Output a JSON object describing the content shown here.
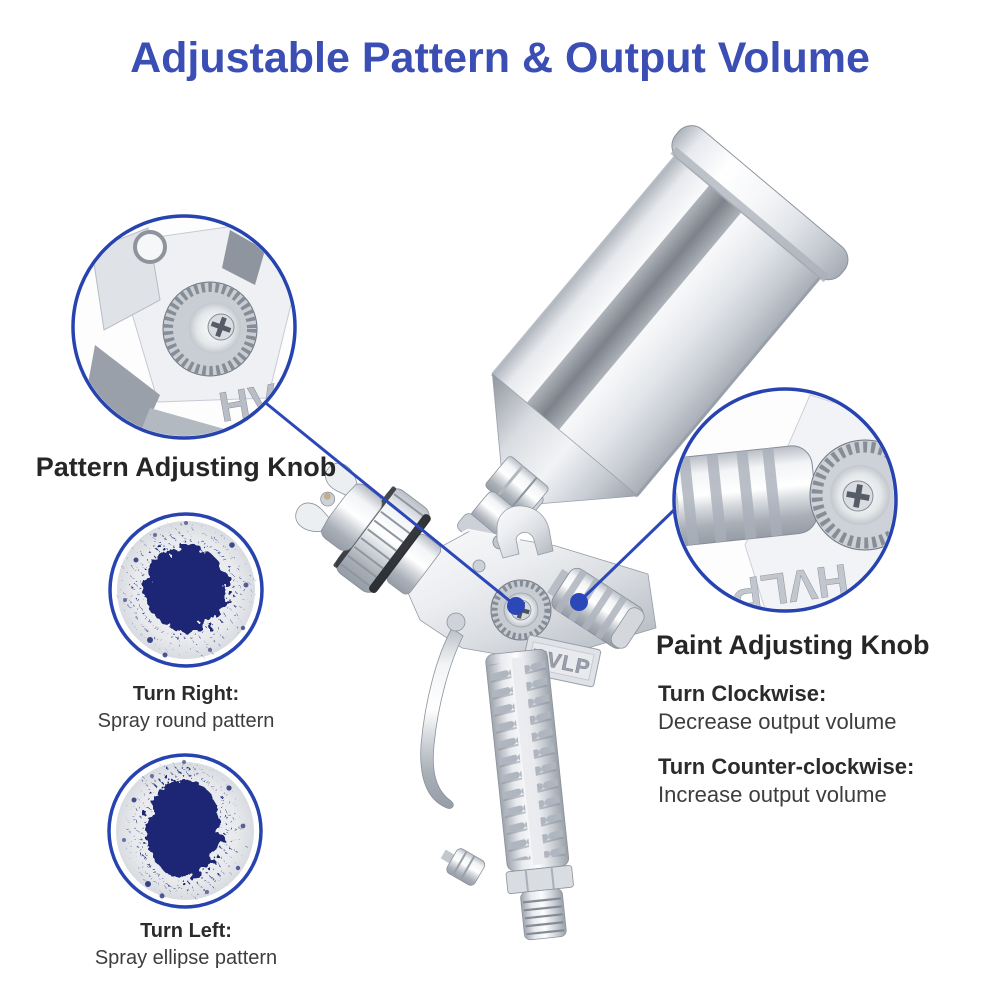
{
  "title": {
    "text": "Adjustable Pattern & Output Volume",
    "color": "#3b4eb4"
  },
  "colors": {
    "accent_blue": "#2c47b8",
    "callout_ring_blue": "#2743b0",
    "heading_text": "#262626",
    "body_text": "#3d3d3d",
    "spray_navy": "#1a2775",
    "pattern_circle_bg": "#e7e9ec"
  },
  "product": {
    "engraving": "HVLP"
  },
  "left_callout": {
    "label": "Pattern Adjusting Knob"
  },
  "right_callout": {
    "label": "Paint Adjusting Knob"
  },
  "patterns": [
    {
      "heading": "Turn Right:",
      "description": "Spray round pattern"
    },
    {
      "heading": "Turn Left:",
      "description": "Spray ellipse pattern"
    }
  ],
  "volume_instructions": [
    {
      "heading": "Turn Clockwise:",
      "description": "Decrease output volume"
    },
    {
      "heading": "Turn Counter-clockwise:",
      "description": "Increase output volume"
    }
  ]
}
